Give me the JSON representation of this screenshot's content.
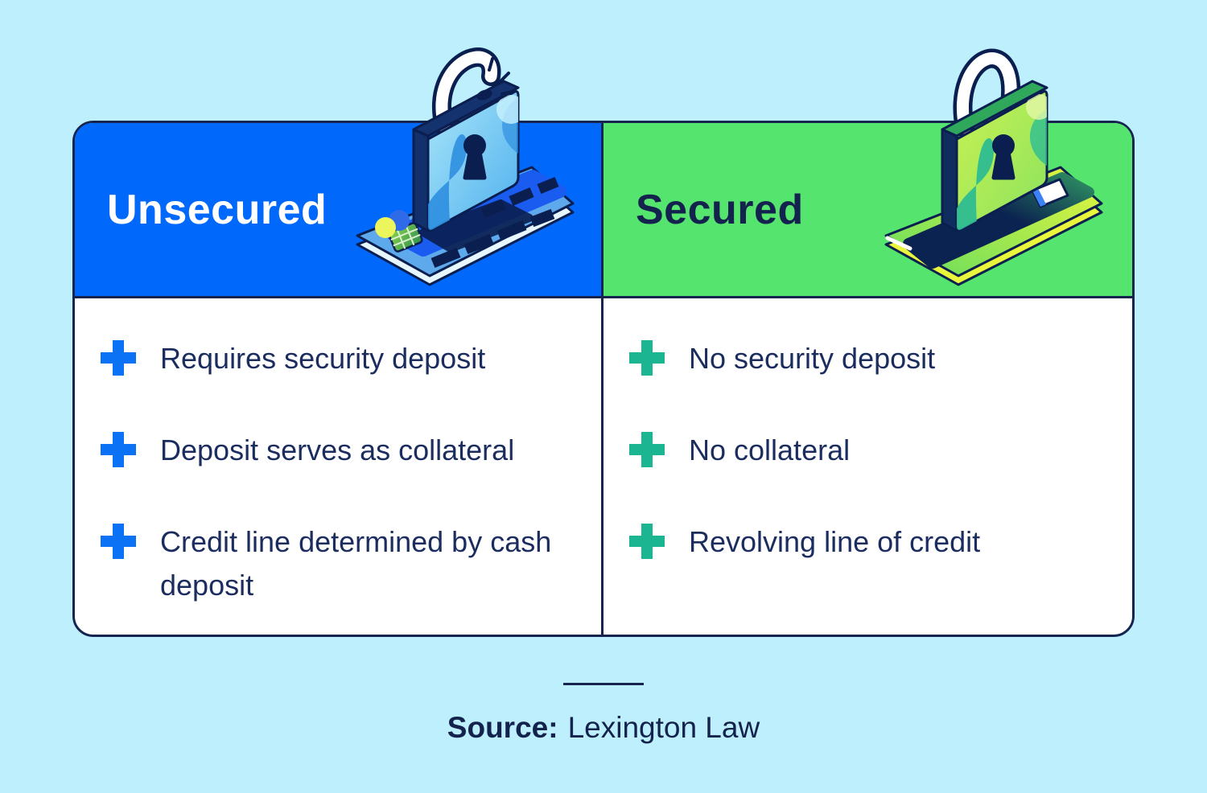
{
  "page": {
    "background_color": "#BDF0FC",
    "border_color": "#16254F",
    "text_color": "#1B2D5E"
  },
  "table": {
    "columns": [
      {
        "id": "unsecured",
        "header": {
          "label": "Unsecured",
          "background_color": "#0069FC",
          "text_color": "#FFFFFF",
          "icon": "unlocked-padlock-on-credit-card-illustration"
        },
        "bullet_icon": "plus-icon",
        "bullet_color": "#0B72F5",
        "items": [
          "Requires security deposit",
          "Deposit serves as collateral",
          "Credit line determined by cash deposit"
        ]
      },
      {
        "id": "secured",
        "header": {
          "label": "Secured",
          "background_color": "#55E56E",
          "text_color": "#14234D",
          "icon": "locked-padlock-on-credit-card-illustration"
        },
        "bullet_icon": "plus-icon",
        "bullet_color": "#1BB592",
        "items": [
          "No security deposit",
          "No collateral",
          "Revolving line of credit"
        ]
      }
    ]
  },
  "footer": {
    "source_label": "Source:",
    "source_value": "Lexington Law"
  }
}
